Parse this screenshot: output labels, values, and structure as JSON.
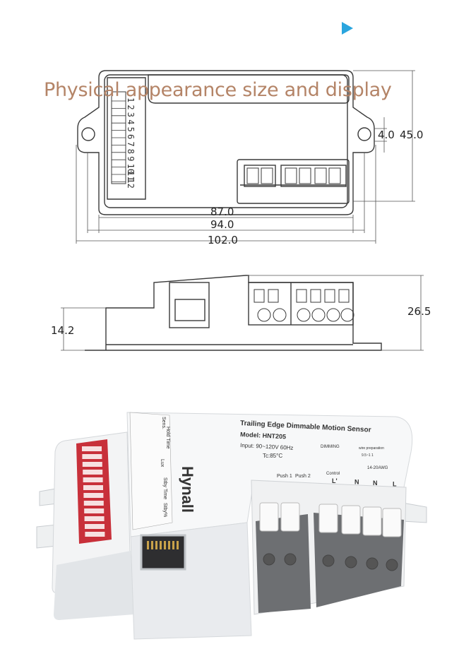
{
  "heading": "Physical appearance size and display",
  "top_view": {
    "dip_numbers": [
      "1",
      "2",
      "3",
      "4",
      "5",
      "6",
      "7",
      "8",
      "9",
      "10",
      "11",
      "12"
    ],
    "dims": {
      "width_inner": "87.0",
      "width_mid": "94.0",
      "width_outer": "102.0",
      "height": "45.0",
      "tab": "4.0"
    }
  },
  "side_view": {
    "dims": {
      "height": "26.5",
      "low_height": "14.2"
    }
  },
  "photo": {
    "brand": "Hynall",
    "title": "Trailing Edge Dimmable Motion Sensor",
    "model": "Model: HNT205",
    "input": "Input: 90~120V 60Hz",
    "tc": "Tc:85°C",
    "push1": "Push 1",
    "push2": "Push 2",
    "dimming": "DIMMING",
    "control": "Control",
    "wire_prep": "wire preparation",
    "wire_range": "9.5~1 1",
    "awg": "14-20AWG",
    "terminals": [
      "L'",
      "N",
      "N",
      "L"
    ],
    "table_headers": [
      "Sens.",
      "Hold Time",
      "Lux",
      "Stby Time",
      "Stby%"
    ]
  },
  "colors": {
    "heading": "#b48467",
    "marker": "#2aa5de",
    "line": "#3a3a3a",
    "dip_red": "#c8303a"
  }
}
